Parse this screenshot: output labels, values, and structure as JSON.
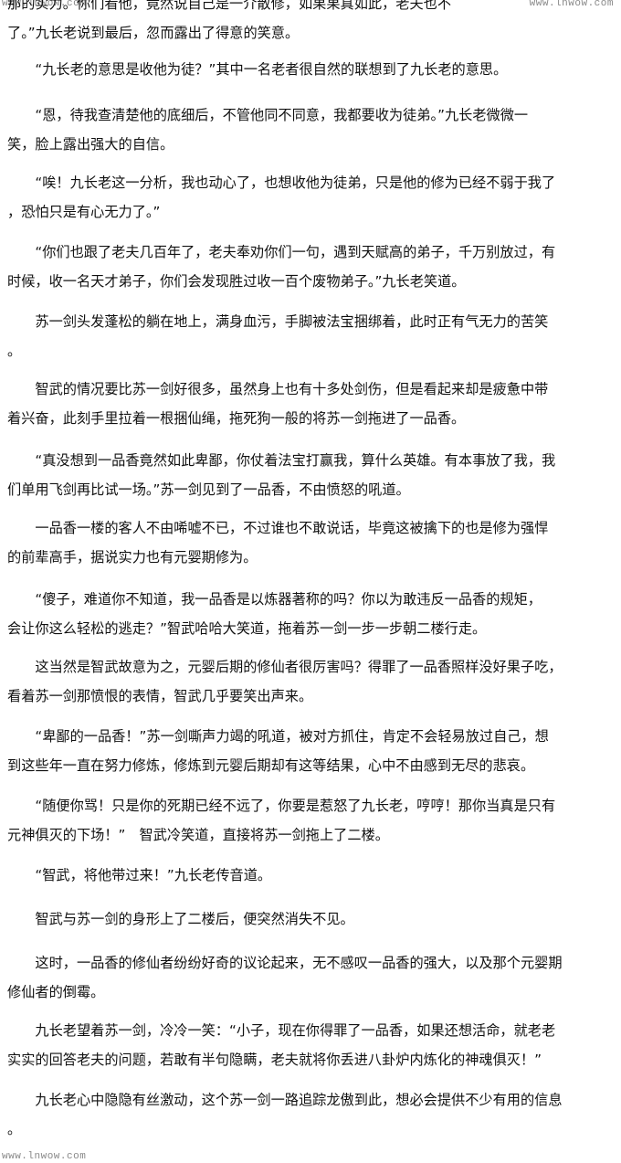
{
  "watermarks": {
    "top_left": "www.lnwow.com",
    "top_right": "www.lnwow.com",
    "bottom_left": "www.lnwow.com"
  },
  "paragraphs": [
    {
      "lines": [
        "那的实力。你们看他，竟然说自己是一介散修，如果果真如此，老夫也不",
        "了。”九长老说到最后，忽而露出了得意的笑意。"
      ]
    },
    {
      "lines": [
        "　　“九长老的意思是收他为徒？”其中一名老者很自然的联想到了九长老的意思。"
      ]
    },
    {
      "lines": [
        "　　“恩，待我查清楚他的底细后，不管他同不同意，我都要收为徒弟。”九长老微微一",
        "笑，脸上露出强大的自信。"
      ]
    },
    {
      "lines": [
        "　　“唉！九长老这一分析，我也动心了，也想收他为徒弟，只是他的修为已经不弱于我了",
        "，恐怕只是有心无力了。”"
      ]
    },
    {
      "lines": [
        "　　“你们也跟了老夫几百年了，老夫奉劝你们一句，遇到天赋高的弟子，千万别放过，有",
        "时候，收一名天才弟子，你们会发现胜过收一百个废物弟子。”九长老笑道。"
      ]
    },
    {
      "lines": [
        "　　苏一剑头发蓬松的躺在地上，满身血污，手脚被法宝捆绑着，此时正有气无力的苦笑",
        "。"
      ]
    },
    {
      "lines": [
        "　　智武的情况要比苏一剑好很多，虽然身上也有十多处剑伤，但是看起来却是疲惫中带",
        "着兴奋，此刻手里拉着一根捆仙绳，拖死狗一般的将苏一剑拖进了一品香。"
      ]
    },
    {
      "lines": [
        "　　“真没想到一品香竟然如此卑鄙，你仗着法宝打赢我，算什么英雄。有本事放了我，我",
        "们单用飞剑再比试一场。”苏一剑见到了一品香，不由愤怒的吼道。"
      ]
    },
    {
      "lines": [
        "　　一品香一楼的客人不由唏嘘不已，不过谁也不敢说话，毕竟这被擒下的也是修为强悍",
        "的前辈高手，据说实力也有元婴期修为。"
      ]
    },
    {
      "lines": [
        "　　“傻子，难道你不知道，我一品香是以炼器著称的吗？你以为敢违反一品香的规矩，",
        "会让你这么轻松的逃走？”智武哈哈大笑道，拖着苏一剑一步一步朝二楼行走。"
      ]
    },
    {
      "lines": [
        "　　这当然是智武故意为之，元婴后期的修仙者很厉害吗？得罪了一品香照样没好果子吃，",
        "看着苏一剑那愤恨的表情，智武几乎要笑出声来。"
      ]
    },
    {
      "lines": [
        "　　“卑鄙的一品香！”苏一剑嘶声力竭的吼道，被对方抓住，肯定不会轻易放过自己，想",
        "到这些年一直在努力修炼，修炼到元婴后期却有这等结果，心中不由感到无尽的悲哀。"
      ]
    },
    {
      "lines": [
        "　　“随便你骂！只是你的死期已经不远了，你要是惹怒了九长老，哼哼！那你当真是只有",
        "元神俱灭的下场！”　智武冷笑道，直接将苏一剑拖上了二楼。"
      ]
    },
    {
      "lines": [
        "　　“智武，将他带过来！”九长老传音道。"
      ]
    },
    {
      "lines": [
        "　　智武与苏一剑的身形上了二楼后，便突然消失不见。"
      ]
    },
    {
      "lines": [
        "　　这时，一品香的修仙者纷纷好奇的议论起来，无不感叹一品香的强大，以及那个元婴期",
        "修仙者的倒霉。"
      ]
    },
    {
      "lines": [
        "　　九长老望着苏一剑，冷冷一笑：“小子，现在你得罪了一品香，如果还想活命，就老老",
        "实实的回答老夫的问题，若敢有半句隐瞒，老夫就将你丢进八卦炉内炼化的神魂俱灭！”"
      ]
    },
    {
      "lines": [
        "　　九长老心中隐隐有丝激动，这个苏一剑一路追踪龙傲到此，想必会提供不少有用的信息",
        "。"
      ]
    }
  ]
}
